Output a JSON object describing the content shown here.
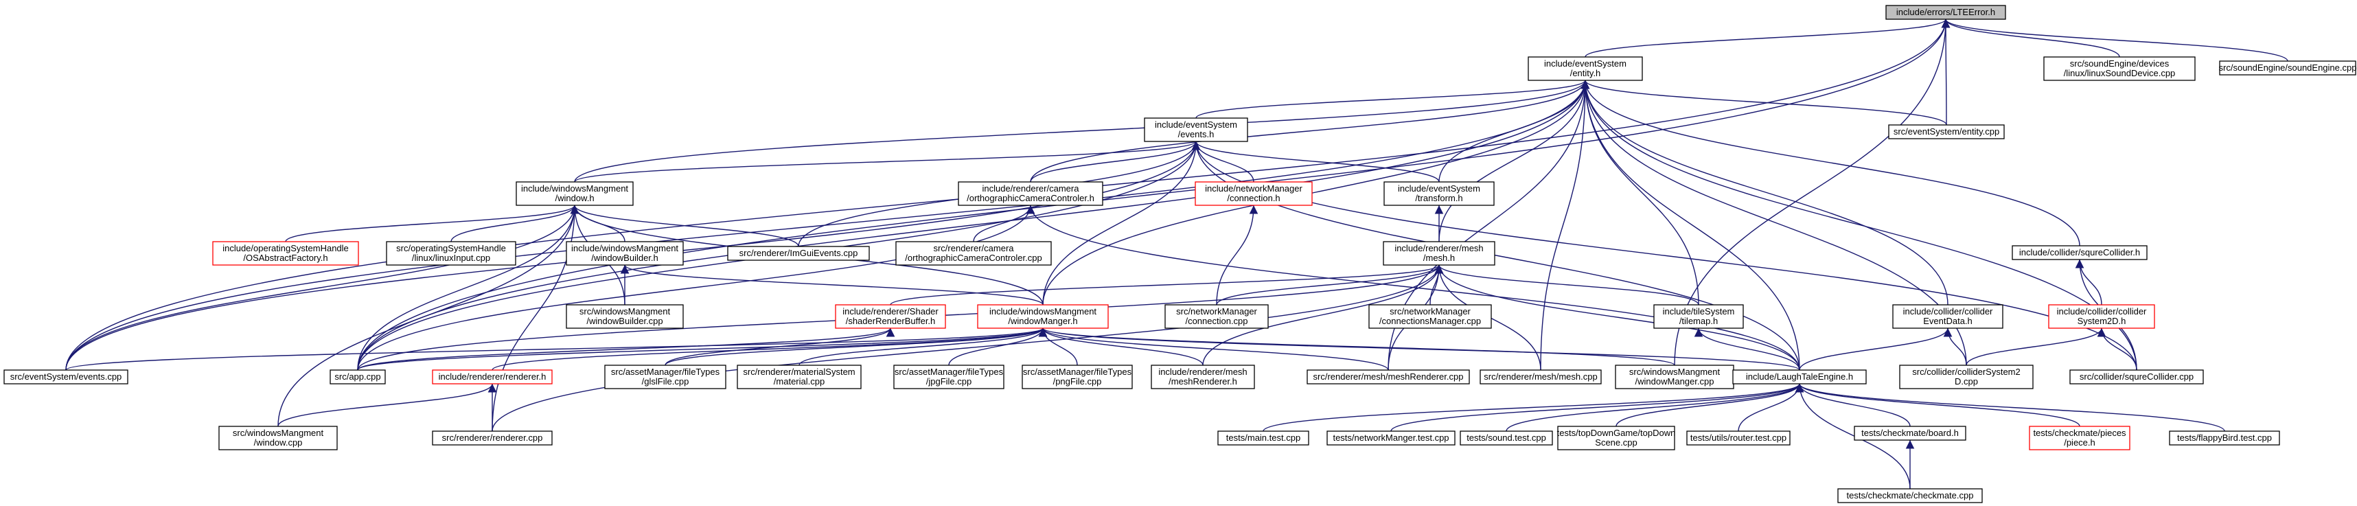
{
  "graph": {
    "type": "include dependency graph",
    "nodes": [
      {
        "id": "lteerror",
        "lines": [
          "include/errors/LTEError.h"
        ],
        "style": "root"
      },
      {
        "id": "entity",
        "lines": [
          "include/eventSystem",
          "/entity.h"
        ]
      },
      {
        "id": "linuxsound",
        "lines": [
          "src/soundEngine/devices",
          "/linux/linuxSoundDevice.cpp"
        ]
      },
      {
        "id": "soundengine",
        "lines": [
          "src/soundEngine/soundEngine.cpp"
        ]
      },
      {
        "id": "events",
        "lines": [
          "include/eventSystem",
          "/events.h"
        ]
      },
      {
        "id": "entitycpp",
        "lines": [
          "src/eventSystem/entity.cpp"
        ]
      },
      {
        "id": "window",
        "lines": [
          "include/windowsMangment",
          "/window.h"
        ]
      },
      {
        "id": "orthoh",
        "lines": [
          "include/renderer/camera",
          "/orthographicCameraControler.h"
        ]
      },
      {
        "id": "connh",
        "lines": [
          "include/networkManager",
          "/connection.h"
        ],
        "style": "red"
      },
      {
        "id": "transform",
        "lines": [
          "include/eventSystem",
          "/transform.h"
        ]
      },
      {
        "id": "osfactory",
        "lines": [
          "include/operatingSystemHandle",
          "/OSAbstractFactory.h"
        ],
        "style": "red"
      },
      {
        "id": "linuxinput",
        "lines": [
          "src/operatingSystemHandle",
          "/linux/linuxInput.cpp"
        ]
      },
      {
        "id": "winbuilderh",
        "lines": [
          "include/windowsMangment",
          "/windowBuilder.h"
        ]
      },
      {
        "id": "imgui",
        "lines": [
          "src/renderer/ImGuiEvents.cpp"
        ]
      },
      {
        "id": "orthocpp",
        "lines": [
          "src/renderer/camera",
          "/orthographicCameraControler.cpp"
        ]
      },
      {
        "id": "meshh",
        "lines": [
          "include/renderer/mesh",
          "/mesh.h"
        ]
      },
      {
        "id": "squreh",
        "lines": [
          "include/collider/squreCollider.h"
        ]
      },
      {
        "id": "winbuildercpp",
        "lines": [
          "src/windowsMangment",
          "/windowBuilder.cpp"
        ]
      },
      {
        "id": "shaderbuf",
        "lines": [
          "include/renderer/Shader",
          "/shaderRenderBuffer.h"
        ],
        "style": "red"
      },
      {
        "id": "winmgrh",
        "lines": [
          "include/windowsMangment",
          "/windowManger.h"
        ],
        "style": "red"
      },
      {
        "id": "conncpp",
        "lines": [
          "src/networkManager",
          "/connection.cpp"
        ]
      },
      {
        "id": "connmgrcpp",
        "lines": [
          "src/networkManager",
          "/connectionsManager.cpp"
        ]
      },
      {
        "id": "tilemap",
        "lines": [
          "include/tileSystem",
          "/tilemap.h"
        ]
      },
      {
        "id": "colevent",
        "lines": [
          "include/collider/collider",
          "EventData.h"
        ]
      },
      {
        "id": "col2d",
        "lines": [
          "include/collider/collider",
          "System2D.h"
        ],
        "style": "red"
      },
      {
        "id": "eventscpp",
        "lines": [
          "src/eventSystem/events.cpp"
        ]
      },
      {
        "id": "appcpp",
        "lines": [
          "src/app.cpp"
        ]
      },
      {
        "id": "rendererh",
        "lines": [
          "include/renderer/renderer.h"
        ],
        "style": "red"
      },
      {
        "id": "glsl",
        "lines": [
          "src/assetManager/fileTypes",
          "/glslFile.cpp"
        ]
      },
      {
        "id": "material",
        "lines": [
          "src/renderer/materialSystem",
          "/material.cpp"
        ]
      },
      {
        "id": "jpg",
        "lines": [
          "src/assetManager/fileTypes",
          "/jpgFile.cpp"
        ]
      },
      {
        "id": "png",
        "lines": [
          "src/assetManager/fileTypes",
          "/pngFile.cpp"
        ]
      },
      {
        "id": "meshrenderh",
        "lines": [
          "include/renderer/mesh",
          "/meshRenderer.h"
        ]
      },
      {
        "id": "meshrendercpp",
        "lines": [
          "src/renderer/mesh/meshRenderer.cpp"
        ]
      },
      {
        "id": "meshcpp",
        "lines": [
          "src/renderer/mesh/mesh.cpp"
        ]
      },
      {
        "id": "winmgrcpp",
        "lines": [
          "src/windowsMangment",
          "/windowManger.cpp"
        ]
      },
      {
        "id": "engine",
        "lines": [
          "include/LaughTaleEngine.h"
        ]
      },
      {
        "id": "col2dcpp",
        "lines": [
          "src/collider/colliderSystem2",
          "D.cpp"
        ]
      },
      {
        "id": "squrecpp",
        "lines": [
          "src/collider/squreCollider.cpp"
        ]
      },
      {
        "id": "windowcpp",
        "lines": [
          "src/windowsMangment",
          "/window.cpp"
        ]
      },
      {
        "id": "renderercpp",
        "lines": [
          "src/renderer/renderer.cpp"
        ]
      },
      {
        "id": "maintest",
        "lines": [
          "tests/main.test.cpp"
        ]
      },
      {
        "id": "nettest",
        "lines": [
          "tests/networkManger.test.cpp"
        ]
      },
      {
        "id": "soundtest",
        "lines": [
          "tests/sound.test.cpp"
        ]
      },
      {
        "id": "topdown",
        "lines": [
          "tests/topDownGame/topDown",
          "Scene.cpp"
        ]
      },
      {
        "id": "routertest",
        "lines": [
          "tests/utils/router.test.cpp"
        ]
      },
      {
        "id": "board",
        "lines": [
          "tests/checkmate/board.h"
        ]
      },
      {
        "id": "piece",
        "lines": [
          "tests/checkmate/pieces",
          "/piece.h"
        ],
        "style": "red"
      },
      {
        "id": "flappy",
        "lines": [
          "tests/flappyBird.test.cpp"
        ]
      },
      {
        "id": "checkmate",
        "lines": [
          "tests/checkmate/checkmate.cpp"
        ]
      }
    ],
    "edges": [
      [
        "entity",
        "lteerror"
      ],
      [
        "linuxsound",
        "lteerror"
      ],
      [
        "soundengine",
        "lteerror"
      ],
      [
        "entitycpp",
        "lteerror"
      ],
      [
        "eventscpp",
        "lteerror"
      ],
      [
        "appcpp",
        "lteerror"
      ],
      [
        "winmgrcpp",
        "lteerror"
      ],
      [
        "events",
        "entity"
      ],
      [
        "window",
        "entity"
      ],
      [
        "orthoh",
        "entity"
      ],
      [
        "transform",
        "entity"
      ],
      [
        "meshh",
        "entity"
      ],
      [
        "squreh",
        "entity"
      ],
      [
        "winmgrh",
        "entity"
      ],
      [
        "tilemap",
        "entity"
      ],
      [
        "colevent",
        "entity"
      ],
      [
        "entitycpp",
        "entity"
      ],
      [
        "eventscpp",
        "entity"
      ],
      [
        "appcpp",
        "entity"
      ],
      [
        "meshrendercpp",
        "entity"
      ],
      [
        "meshcpp",
        "entity"
      ],
      [
        "engine",
        "entity"
      ],
      [
        "squrecpp",
        "entity"
      ],
      [
        "col2dcpp",
        "entity"
      ],
      [
        "window",
        "events"
      ],
      [
        "orthoh",
        "events"
      ],
      [
        "connh",
        "events"
      ],
      [
        "transform",
        "events"
      ],
      [
        "imgui",
        "events"
      ],
      [
        "winmgrh",
        "events"
      ],
      [
        "eventscpp",
        "events"
      ],
      [
        "appcpp",
        "events"
      ],
      [
        "engine",
        "events"
      ],
      [
        "squrecpp",
        "events"
      ],
      [
        "osfactory",
        "window"
      ],
      [
        "linuxinput",
        "window"
      ],
      [
        "winbuilderh",
        "window"
      ],
      [
        "imgui",
        "window"
      ],
      [
        "winbuildercpp",
        "window"
      ],
      [
        "winmgrh",
        "window"
      ],
      [
        "eventscpp",
        "window"
      ],
      [
        "appcpp",
        "window"
      ],
      [
        "windowcpp",
        "window"
      ],
      [
        "renderercpp",
        "window"
      ],
      [
        "orthocpp",
        "orthoh"
      ],
      [
        "appcpp",
        "orthoh"
      ],
      [
        "engine",
        "orthoh"
      ],
      [
        "conncpp",
        "connh"
      ],
      [
        "meshh",
        "transform"
      ],
      [
        "winbuildercpp",
        "winbuilderh"
      ],
      [
        "winmgrh",
        "winbuilderh"
      ],
      [
        "shaderbuf",
        "meshh"
      ],
      [
        "conncpp",
        "meshh"
      ],
      [
        "connmgrcpp",
        "meshh"
      ],
      [
        "tilemap",
        "meshh"
      ],
      [
        "meshrenderh",
        "meshh"
      ],
      [
        "meshrendercpp",
        "meshh"
      ],
      [
        "meshcpp",
        "meshh"
      ],
      [
        "engine",
        "meshh"
      ],
      [
        "appcpp",
        "meshh"
      ],
      [
        "renderercpp",
        "meshh"
      ],
      [
        "col2d",
        "squreh"
      ],
      [
        "squrecpp",
        "squreh"
      ],
      [
        "eventscpp",
        "winmgrh"
      ],
      [
        "appcpp",
        "winmgrh"
      ],
      [
        "rendererh",
        "winmgrh"
      ],
      [
        "glsl",
        "winmgrh"
      ],
      [
        "material",
        "winmgrh"
      ],
      [
        "jpg",
        "winmgrh"
      ],
      [
        "png",
        "winmgrh"
      ],
      [
        "meshrenderh",
        "winmgrh"
      ],
      [
        "meshrendercpp",
        "winmgrh"
      ],
      [
        "winmgrcpp",
        "winmgrh"
      ],
      [
        "engine",
        "winmgrh"
      ],
      [
        "glsl",
        "shaderbuf"
      ],
      [
        "appcpp",
        "shaderbuf"
      ],
      [
        "engine",
        "tilemap"
      ],
      [
        "engine",
        "colevent"
      ],
      [
        "col2dcpp",
        "colevent"
      ],
      [
        "col2dcpp",
        "col2d"
      ],
      [
        "squrecpp",
        "col2d"
      ],
      [
        "windowcpp",
        "rendererh"
      ],
      [
        "renderercpp",
        "rendererh"
      ],
      [
        "maintest",
        "engine"
      ],
      [
        "nettest",
        "engine"
      ],
      [
        "soundtest",
        "engine"
      ],
      [
        "topdown",
        "engine"
      ],
      [
        "routertest",
        "engine"
      ],
      [
        "board",
        "engine"
      ],
      [
        "piece",
        "engine"
      ],
      [
        "flappy",
        "engine"
      ],
      [
        "checkmate",
        "engine"
      ],
      [
        "checkmate",
        "board"
      ]
    ]
  }
}
